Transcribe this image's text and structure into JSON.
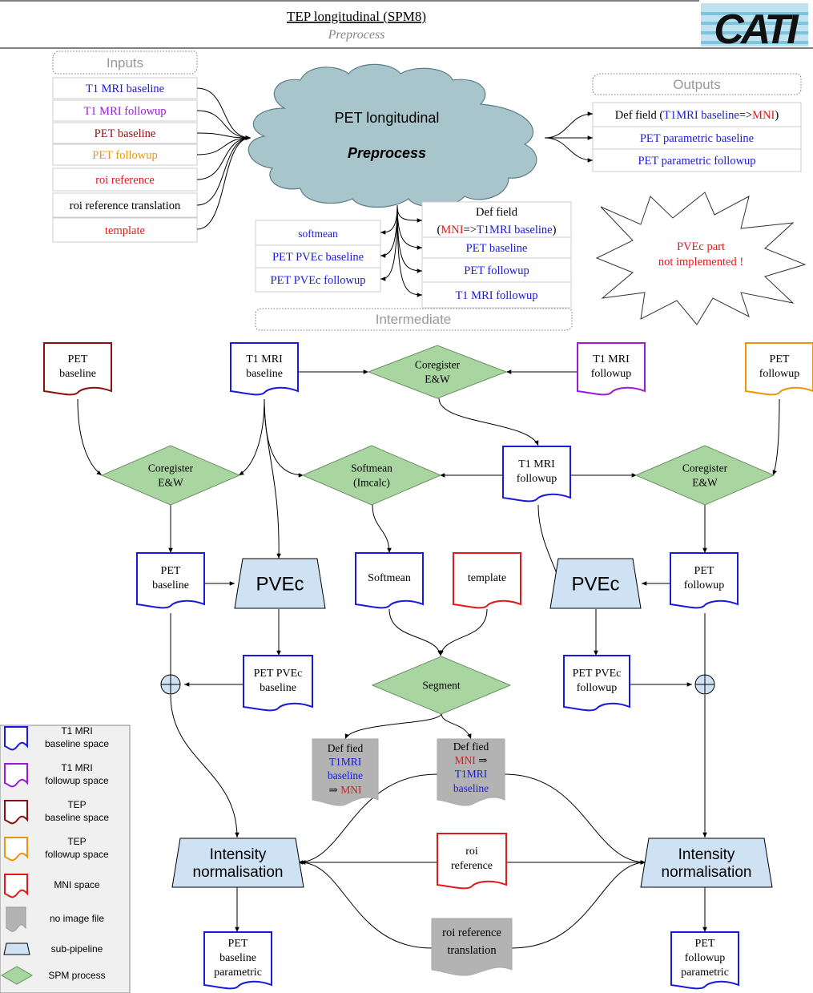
{
  "colors": {
    "t1_baseline": "#1a1adb",
    "t1_followup": "#9a1ad6",
    "tep_baseline": "#8b1010",
    "tep_followup": "#e8960e",
    "mni": "#e01a1a",
    "no_image": "#b3b3b3",
    "subpipeline": "#cfe2f3",
    "spm_process": "#a8d5a0",
    "cloud": "#a9c5cc"
  },
  "header": {
    "title": "TEP longitudinal (SPM8)",
    "subtitle": "Preprocess",
    "logo_text": "CATI"
  },
  "summary": {
    "inputs_title": "Inputs",
    "inputs": [
      {
        "text": "T1 MRI baseline",
        "color": "#1a1adb"
      },
      {
        "text": "T1 MRI followup",
        "color": "#9a1ad6"
      },
      {
        "text": "PET baseline",
        "color": "#8b1010"
      },
      {
        "text": "PET followup",
        "color": "#e8960e"
      },
      {
        "text": "roi reference",
        "color": "#e01a1a"
      },
      {
        "text": "roi reference translation",
        "color": "#000000"
      },
      {
        "text": "template",
        "color": "#e01a1a"
      }
    ],
    "cloud_title": "PET longitudinal",
    "cloud_subtitle": "Preprocess",
    "outputs_title": "Outputs",
    "output_deffield": {
      "a": "Def field (",
      "b": "T1MRI baseline",
      "c": "=>",
      "d": "MNI",
      "e": ")"
    },
    "outputs": [
      "PET parametric baseline",
      "PET parametric followup"
    ],
    "intermediate_title": "Intermediate",
    "intermediate_left": [
      "softmean",
      "PET PVEc baseline",
      "PET PVEc followup"
    ],
    "intermediate_deffield": {
      "line1": "Def field",
      "a": "(",
      "b": "MNI",
      "c": "=>",
      "d": "T1MRI baseline",
      "e": ")"
    },
    "intermediate_right": [
      "PET baseline",
      "PET followup",
      "T1 MRI followup"
    ],
    "warning": [
      "PVEc part",
      "not implemented !"
    ]
  },
  "flow": {
    "docs": {
      "pet_baseline_in": [
        "PET",
        "baseline"
      ],
      "t1_baseline": [
        "T1 MRI",
        "baseline"
      ],
      "t1_followup_in": [
        "T1 MRI",
        "followup"
      ],
      "pet_followup_in": [
        "PET",
        "followup"
      ],
      "t1_followup": [
        "T1 MRI",
        "followup"
      ],
      "pet_baseline": [
        "PET",
        "baseline"
      ],
      "softmean": [
        "Softmean"
      ],
      "template": [
        "template"
      ],
      "pet_followup": [
        "PET",
        "followup"
      ],
      "pvec_baseline": [
        "PET PVEc",
        "baseline"
      ],
      "pvec_followup": [
        "PET PVEc",
        "followup"
      ],
      "roi_reference": [
        "roi",
        "reference"
      ],
      "pet_baseline_parametric": [
        "PET",
        "baseline",
        "parametric"
      ],
      "pet_followup_parametric": [
        "PET",
        "followup",
        "parametric"
      ]
    },
    "deffield_left": {
      "l1": "Def fied",
      "l2": "T1MRI",
      "l3": "baseline",
      "l4a": "⇒ ",
      "l4b": "MNI"
    },
    "deffield_right": {
      "l1": "Def fied",
      "l2a": "MNI",
      "l2b": " ⇒",
      "l3": "T1MRI",
      "l4": "baseline"
    },
    "roi_translation": [
      "roi reference",
      "translation"
    ],
    "processes": {
      "coreg_top": [
        "Coregister",
        "E&W"
      ],
      "coreg_left": [
        "Coregister",
        "E&W"
      ],
      "softmean": [
        "Softmean",
        "(Imcalc)"
      ],
      "coreg_right": [
        "Coregister",
        "E&W"
      ],
      "segment": [
        "Segment"
      ]
    },
    "subpipelines": {
      "pvec_left": [
        "PVEc"
      ],
      "pvec_right": [
        "PVEc"
      ],
      "intnorm_left": [
        "Intensity",
        "normalisation"
      ],
      "intnorm_right": [
        "Intensity",
        "normalisation"
      ]
    }
  },
  "legend": [
    {
      "kind": "doc",
      "color": "#1a1adb",
      "lines": [
        "T1 MRI",
        "baseline space"
      ]
    },
    {
      "kind": "doc",
      "color": "#9a1ad6",
      "lines": [
        "T1 MRI",
        "followup space"
      ]
    },
    {
      "kind": "doc",
      "color": "#8b1010",
      "lines": [
        "TEP",
        "baseline space"
      ]
    },
    {
      "kind": "doc",
      "color": "#e8960e",
      "lines": [
        "TEP",
        "followup space"
      ]
    },
    {
      "kind": "doc",
      "color": "#e01a1a",
      "lines": [
        "MNI space"
      ]
    },
    {
      "kind": "gray",
      "color": "#b3b3b3",
      "lines": [
        "no image file"
      ]
    },
    {
      "kind": "trap",
      "color": "#cfe2f3",
      "lines": [
        "sub-pipeline"
      ]
    },
    {
      "kind": "diamond",
      "color": "#a8d5a0",
      "lines": [
        "SPM process"
      ]
    }
  ]
}
